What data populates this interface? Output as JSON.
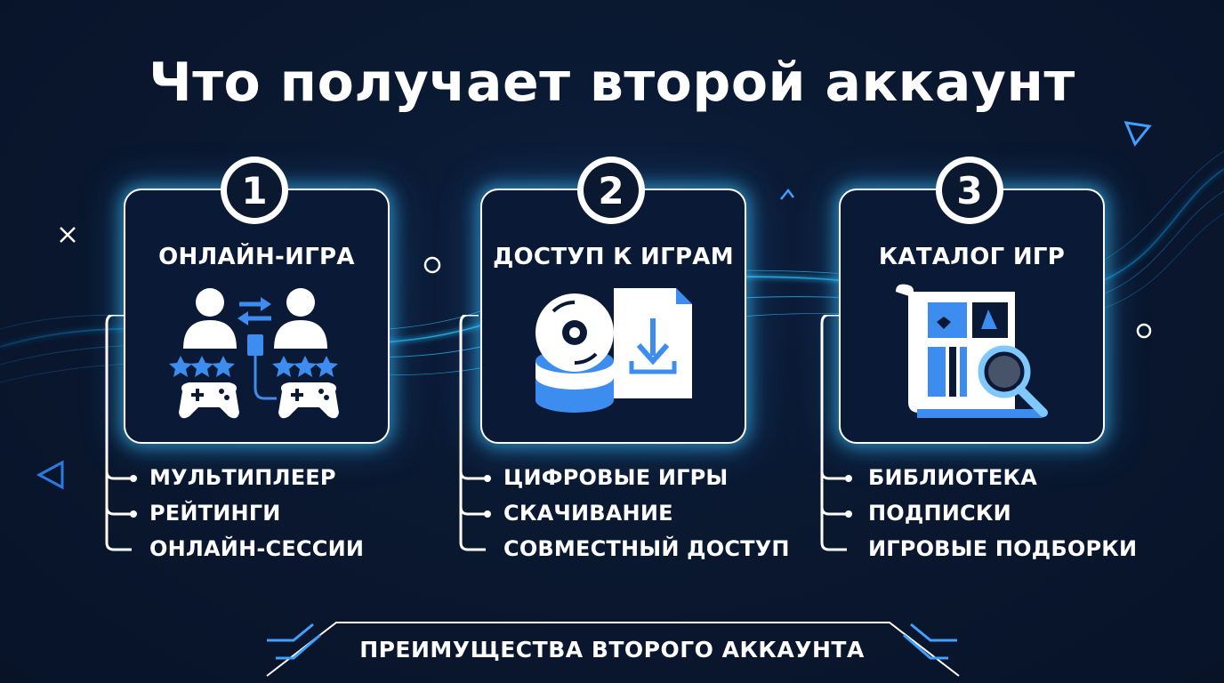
{
  "title": "Что получает второй аккаунт",
  "cards": [
    {
      "number": "1",
      "title": "ОНЛАЙН-ИГРА",
      "icon": "multiplayer-icon",
      "items": [
        "МУЛЬТИПЛЕЕР",
        "РЕЙТИНГИ",
        "ОНЛАЙН-СЕССИИ"
      ]
    },
    {
      "number": "2",
      "title": "ДОСТУП К ИГРАМ",
      "icon": "download-games-icon",
      "items": [
        "ЦИФРОВЫЕ ИГРЫ",
        "СКАЧИВАНИЕ",
        "СОВМЕСТНЫЙ ДОСТУП"
      ]
    },
    {
      "number": "3",
      "title": "КАТАЛОГ ИГР",
      "icon": "catalog-search-icon",
      "items": [
        "БИБЛИОТЕКА",
        "ПОДПИСКИ",
        "ИГРОВЫЕ ПОДБОРКИ"
      ]
    }
  ],
  "footer": "ПРЕИМУЩЕСТВА ВТОРОГО АККАУНТА",
  "colors": {
    "background": "#0a1830",
    "accent": "#40c4ff",
    "icon_blue": "#3d8df0",
    "text": "#ffffff"
  }
}
